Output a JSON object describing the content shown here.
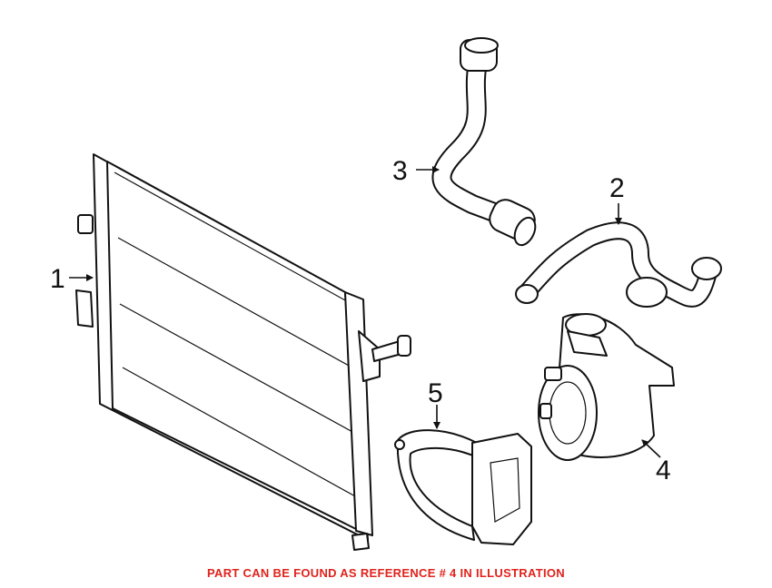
{
  "callouts": {
    "c1": "1",
    "c2": "2",
    "c3": "3",
    "c4": "4",
    "c5": "5"
  },
  "footer": {
    "note": "PART CAN BE FOUND AS REFERENCE # 4 IN ILLUSTRATION",
    "color": "#e0231c"
  },
  "line_color": "#111111"
}
